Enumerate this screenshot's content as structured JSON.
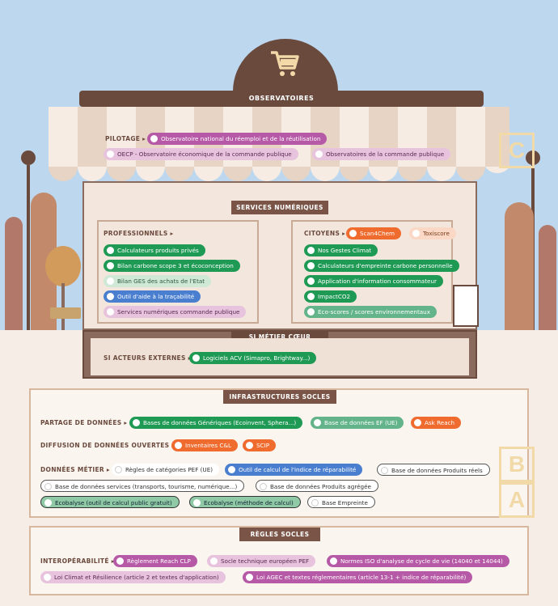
{
  "observatoires": {
    "title": "OBSERVATOIRES",
    "letter": "C",
    "pilotage_label": "PILOTAGE",
    "items": [
      "Observatoire national du réemploi et de la réutilisation",
      "OECP - Observatoire économique de la commande publique",
      "Observatoires de la commande publique"
    ]
  },
  "services": {
    "title": "SERVICES NUMÉRIQUES",
    "pro_label": "PROFESSIONNELS",
    "pro_items": [
      "Calculateurs produits privés",
      "Bilan carbone scope 3 et écoconception",
      "Bilan GES des achats de l'Etat",
      "Outil d'aide à la traçabilité",
      "Services numériques commande publique"
    ],
    "cit_label": "CITOYENS",
    "cit_items": [
      "Scan4Chem",
      "Toxiscore",
      "Nos Gestes Climat",
      "Calculateurs d'empreinte carbone personnelle",
      "Application d'information consommateur",
      "ImpactCO2",
      "Eco-scores / scores environnementaux"
    ]
  },
  "si_metier": {
    "title": "SI MÉTIER CŒUR",
    "externes_label": "SI ACTEURS EXTERNES",
    "item": "Logiciels ACV (Simapro, Brightway...)"
  },
  "infra": {
    "title": "INFRASTRUCTURES SOCLES",
    "letters": [
      "B",
      "A"
    ],
    "partage_label": "PARTAGE DE DONNÉES",
    "partage_items": [
      "Bases de données Génériques (Ecoinvent, Sphera...)",
      "Base de données EF (UE)",
      "Ask Reach"
    ],
    "diffusion_label": "DIFFUSION DE DONNÉES OUVERTES",
    "diffusion_items": [
      "Inventaires C&L",
      "SCIP"
    ],
    "metier_label": "DONNÉES MÉTIER",
    "metier_items": [
      "Règles de catégories PEF (UE)",
      "Outil de calcul de l'indice de réparabilité",
      "Base de données Produits réels",
      "Base de données services (transports, tourisme, numérique...)",
      "Base de données Produits agrégée",
      "Ecobalyse (outil de calcul public gratuit)",
      "Ecobalyse (méthode de calcul)",
      "Base Empreinte"
    ]
  },
  "regles": {
    "title": "RÈGLES SOCLES",
    "interop_label": "INTEROPÉRABILITÉ",
    "items": [
      "Règlement Reach CLP",
      "Socle technique européen PEF",
      "Normes ISO d'analyse de cycle de vie (14040 et 14044)",
      "Loi Climat et Résilience (article 2 et textes d'application)",
      "Loi AGEC et textes réglementaires (article 13-1 + indice de réparabilité)"
    ]
  },
  "colors": {
    "sky": "#bcd7ee",
    "brown": "#6b4a3e",
    "green": "#1f9a55",
    "orange": "#ef6b2e",
    "purple": "#b659a6",
    "blue": "#4a7fd0"
  }
}
